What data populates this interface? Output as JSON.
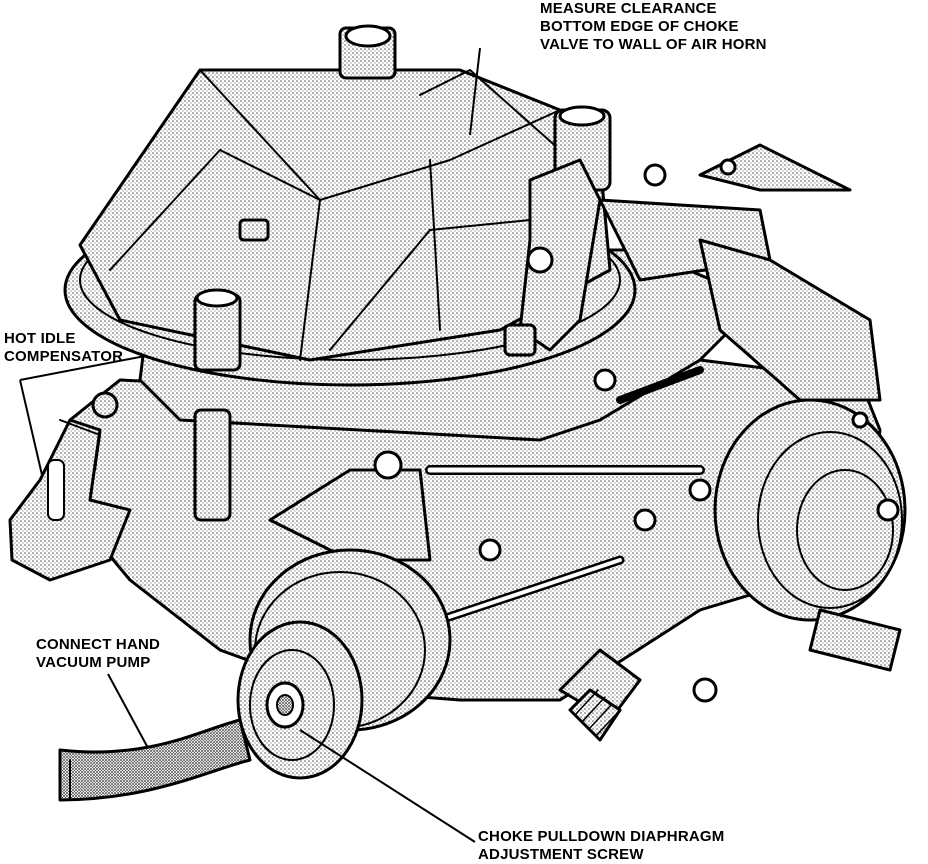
{
  "labels": {
    "measure_clearance": {
      "lines": [
        "MEASURE CLEARANCE",
        "BOTTOM EDGE OF CHOKE",
        "VALVE TO WALL OF AIR HORN"
      ]
    },
    "hot_idle": {
      "lines": [
        "HOT IDLE",
        "COMPENSATOR"
      ]
    },
    "vacuum_pump": {
      "lines": [
        "CONNECT HAND",
        "VACUUM PUMP"
      ]
    },
    "choke_pulldown": {
      "lines": [
        "CHOKE PULLDOWN DIAPHRAGM",
        "ADJUSTMENT SCREW"
      ]
    }
  },
  "colors": {
    "ink": "#000000",
    "stipple": "#7a7a7a",
    "paper": "#ffffff"
  }
}
